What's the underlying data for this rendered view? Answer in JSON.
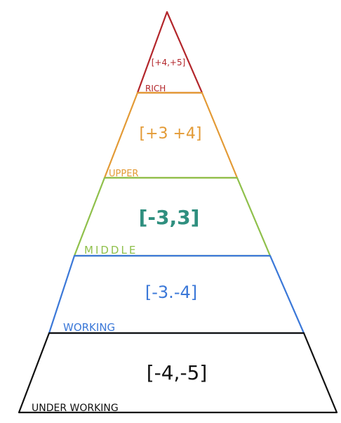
{
  "diagram": {
    "tiers": [
      {
        "key": "rich",
        "range": "[+4,+5]",
        "label": "RICH",
        "color": "#b3262b"
      },
      {
        "key": "upper",
        "range": "[+3 +4]",
        "label": "UPPER",
        "color": "#e39a35"
      },
      {
        "key": "middle",
        "range": "[-3,3]",
        "label": "MIDDLE",
        "color": "#8fc04b",
        "range_color": "#2f8f7f"
      },
      {
        "key": "working",
        "range": "[-3.-4]",
        "label": "WORKING",
        "color": "#3b78d8"
      },
      {
        "key": "underworking",
        "range": "[-4,-5]",
        "label": "UNDER WORKING",
        "color": "#111111"
      }
    ]
  }
}
